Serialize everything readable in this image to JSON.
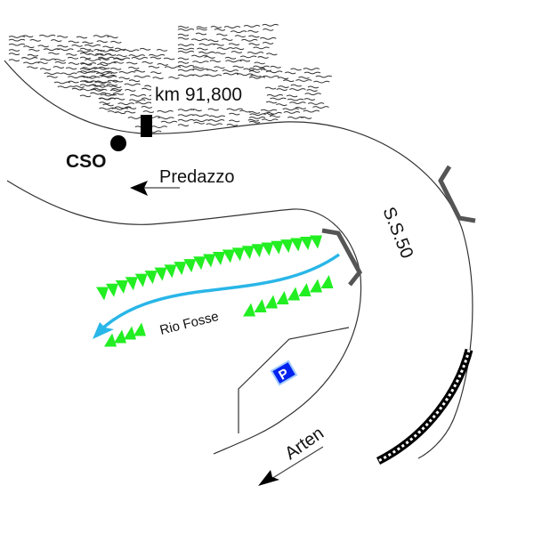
{
  "map": {
    "labels": {
      "km_marker": "km 91,800",
      "cso": "CSO",
      "predazzo": "Predazzo",
      "road": "S.S.50",
      "river": "Rio Fosse",
      "arten": "Arten"
    },
    "icons": {
      "parking": "P"
    },
    "colors": {
      "road_line": "#333333",
      "river": "#29b6e8",
      "vegetation": "#22ee22",
      "parking_bg": "#0022ee",
      "parking_glow": "#66aaff",
      "bridge": "#555555",
      "rockfall": "#555555",
      "text": "#111111"
    }
  }
}
